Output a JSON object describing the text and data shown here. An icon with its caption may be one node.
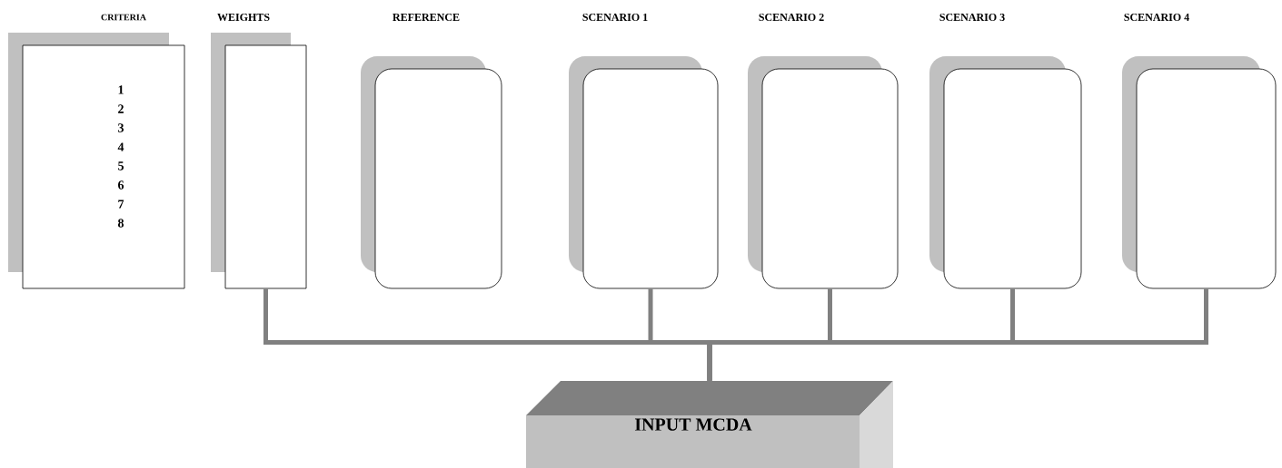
{
  "diagram": {
    "nodes": [
      {
        "text": [
          "CRITERIA",
          "1",
          "2",
          "3",
          "4",
          "5",
          "6",
          "7",
          "8"
        ]
      },
      {
        "text": [
          "WEIGHTS"
        ]
      },
      {
        "text": [
          "REFERENCE"
        ]
      },
      {
        "text": [
          "SCENARIO 1"
        ]
      },
      {
        "text": [
          "SCENARIO 2"
        ]
      },
      {
        "text": [
          "SCENARIO 3"
        ]
      },
      {
        "text": [
          "SCENARIO 4"
        ]
      },
      {
        "text": [
          "INPUT MCDA"
        ]
      }
    ],
    "edges": [
      {
        "from": 1,
        "to": 7,
        "arrow": "none"
      },
      {
        "from": 3,
        "to": 7,
        "arrow": "none"
      },
      {
        "from": 4,
        "to": 7,
        "arrow": "none"
      },
      {
        "from": 5,
        "to": 7,
        "arrow": "none"
      },
      {
        "from": 6,
        "to": 7,
        "arrow": "none"
      }
    ]
  }
}
